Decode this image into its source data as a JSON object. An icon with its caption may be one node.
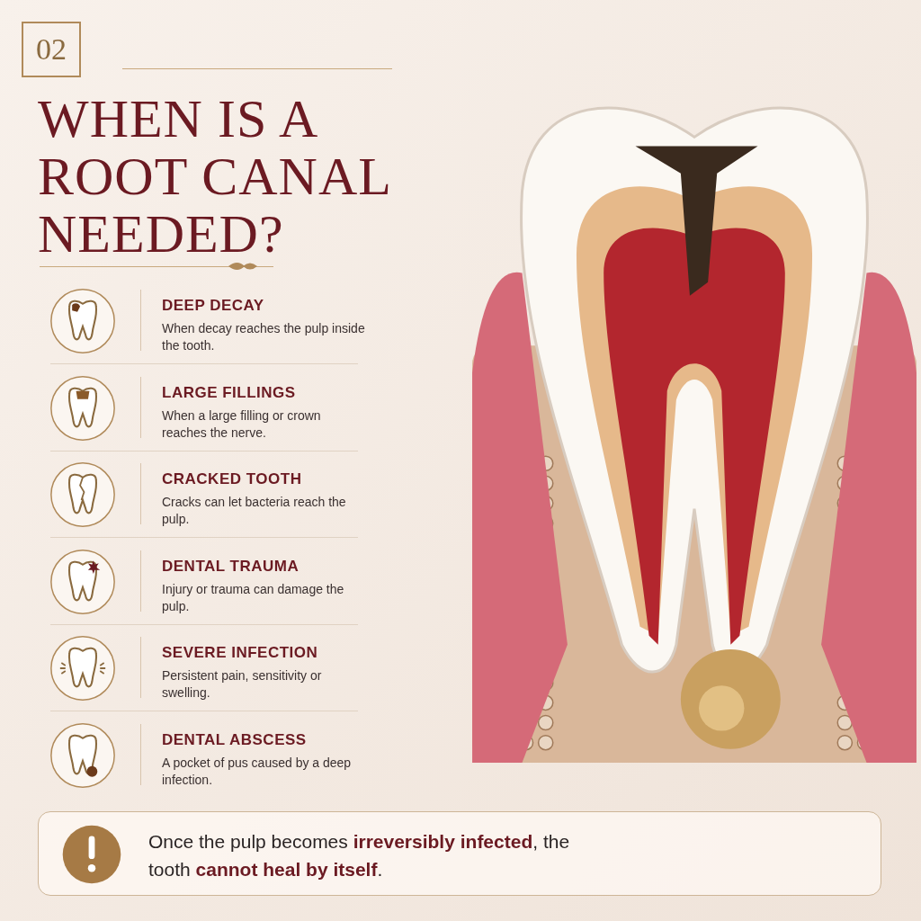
{
  "diagram": {
    "title": "WHEN IS A ROOT CANAL NEEDED?",
    "labels": [
      "02",
      "DEEP DECAY",
      "When decay reaches the pulp inside the tooth.",
      "LARGE FILLINGS",
      "When a large filling or crown reaches the nerve.",
      "CRACKED TOOTH",
      "Cracks can let bacteria reach the pulp.",
      "DENTAL TRAUMA",
      "Injury or trauma can damage the pulp.",
      "SEVERE INFECTION",
      "Persistent pain, sensitivity or swelling.",
      "DENTAL ABSCESS",
      "A pocket of pus caused by a deep infection.",
      "Once the pulp becomes **irreversibly infected**, the tooth **cannot heal by itself**."
    ]
  }
}
